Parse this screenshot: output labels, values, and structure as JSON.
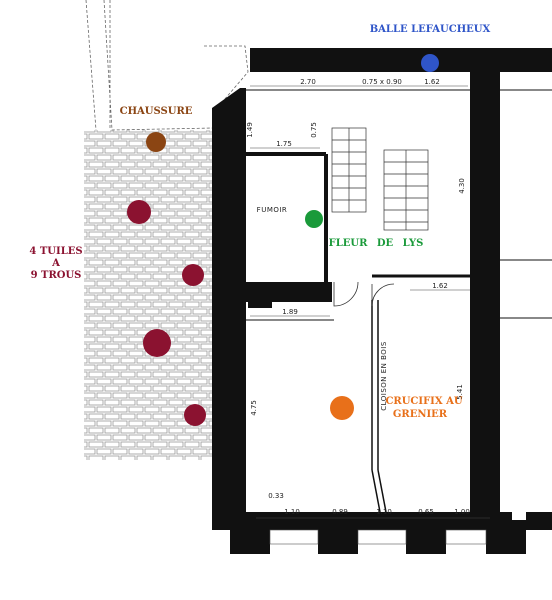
{
  "labels": {
    "balle": "BALLE LEFAUCHEUX",
    "chaussure": "CHAUSSURE",
    "tuiles_1": "4 TUILES",
    "tuiles_2": "A",
    "tuiles_3": "9 TROUS",
    "fleur": "FLEUR DE LYS",
    "crucifix_1": "CRUCIFIX AU",
    "crucifix_2": "GRENIER",
    "fumoir": "FUMOIR",
    "cloison": "CLOISON EN BOIS"
  },
  "dimensions": {
    "d_270": "2.70",
    "d_075_090": "0.75 x 0.90",
    "d_162_top": "1.62",
    "d_149": "1.49",
    "d_175": "1.75",
    "d_075": "0.75",
    "d_430": "4.30",
    "d_162_mid": "1.62",
    "d_189": "1.89",
    "d_541": "5.41",
    "d_475": "4.75",
    "d_033": "0.33",
    "d_110_a": "1.10",
    "d_089": "0.89",
    "d_110_b": "1.10",
    "d_065": "0.65",
    "d_100": "1.00"
  },
  "colors": {
    "balle": "#2f55c8",
    "chaussure": "#8b4513",
    "tuiles": "#8b1230",
    "fleur": "#1a9a3a",
    "crucifix": "#e8701a",
    "wall": "#111111"
  }
}
